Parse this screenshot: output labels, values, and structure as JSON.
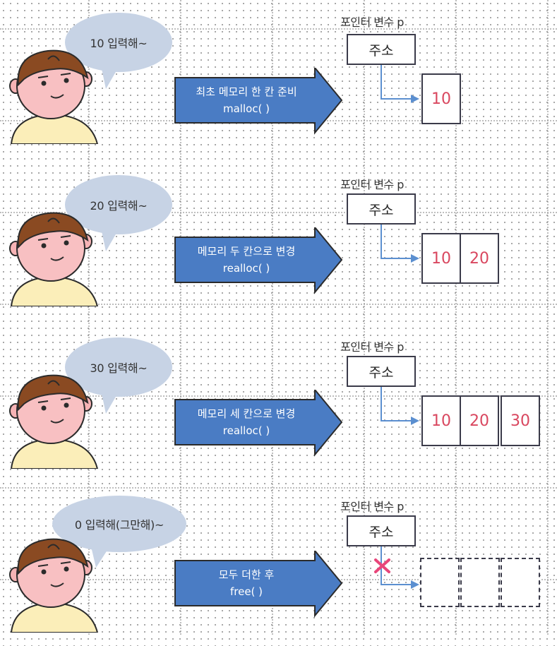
{
  "pointer_label": "포인터 변수 p",
  "address_label": "주소",
  "colors": {
    "arrow_fill": "#4a7cc4",
    "bubble": "#c7d3e5",
    "value_text": "#d9475f",
    "pointer_line": "#5b8fd0",
    "free_mark": "#e8457a"
  },
  "steps": [
    {
      "speech": "10 입력해~",
      "action": "최초 메모리 한 칸 준비",
      "func": "malloc( )",
      "cells": [
        "10"
      ],
      "freed": false
    },
    {
      "speech": "20 입력해~",
      "action": "메모리 두 칸으로 변경",
      "func": "realloc( )",
      "cells": [
        "10",
        "20"
      ],
      "freed": false
    },
    {
      "speech": "30 입력해~",
      "action": "메모리 세 칸으로 변경",
      "func": "realloc( )",
      "cells": [
        "10",
        "20",
        "30"
      ],
      "freed": false
    },
    {
      "speech": "0 입력해(그만해)~",
      "action": "모두 더한 후",
      "func": "free( )",
      "cells": [
        "",
        "",
        ""
      ],
      "freed": true
    }
  ]
}
